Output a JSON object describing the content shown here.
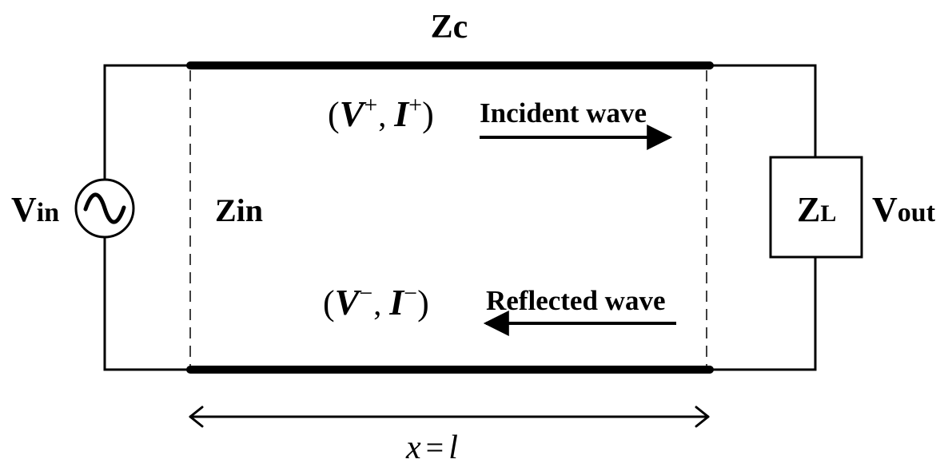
{
  "line": {
    "impedance_label": "Zc",
    "input_impedance_label": "Zin",
    "length_label": {
      "var": "x",
      "eq": "=",
      "val": "l"
    }
  },
  "source": {
    "label_main": "V",
    "label_sub": "in"
  },
  "load": {
    "label_main": "Z",
    "label_sub": "L"
  },
  "output": {
    "label_main": "V",
    "label_sub": "out"
  },
  "incident": {
    "open_paren": "(",
    "v": "V",
    "v_sup": "+",
    "comma": ",",
    "i": "I",
    "i_sup": "+",
    "close_paren": ")",
    "caption": "Incident wave"
  },
  "reflected": {
    "open_paren": "(",
    "v": "V",
    "v_sup": "−",
    "comma": ",",
    "i": "I",
    "i_sup": "−",
    "close_paren": ")",
    "caption": "Reflected wave"
  }
}
